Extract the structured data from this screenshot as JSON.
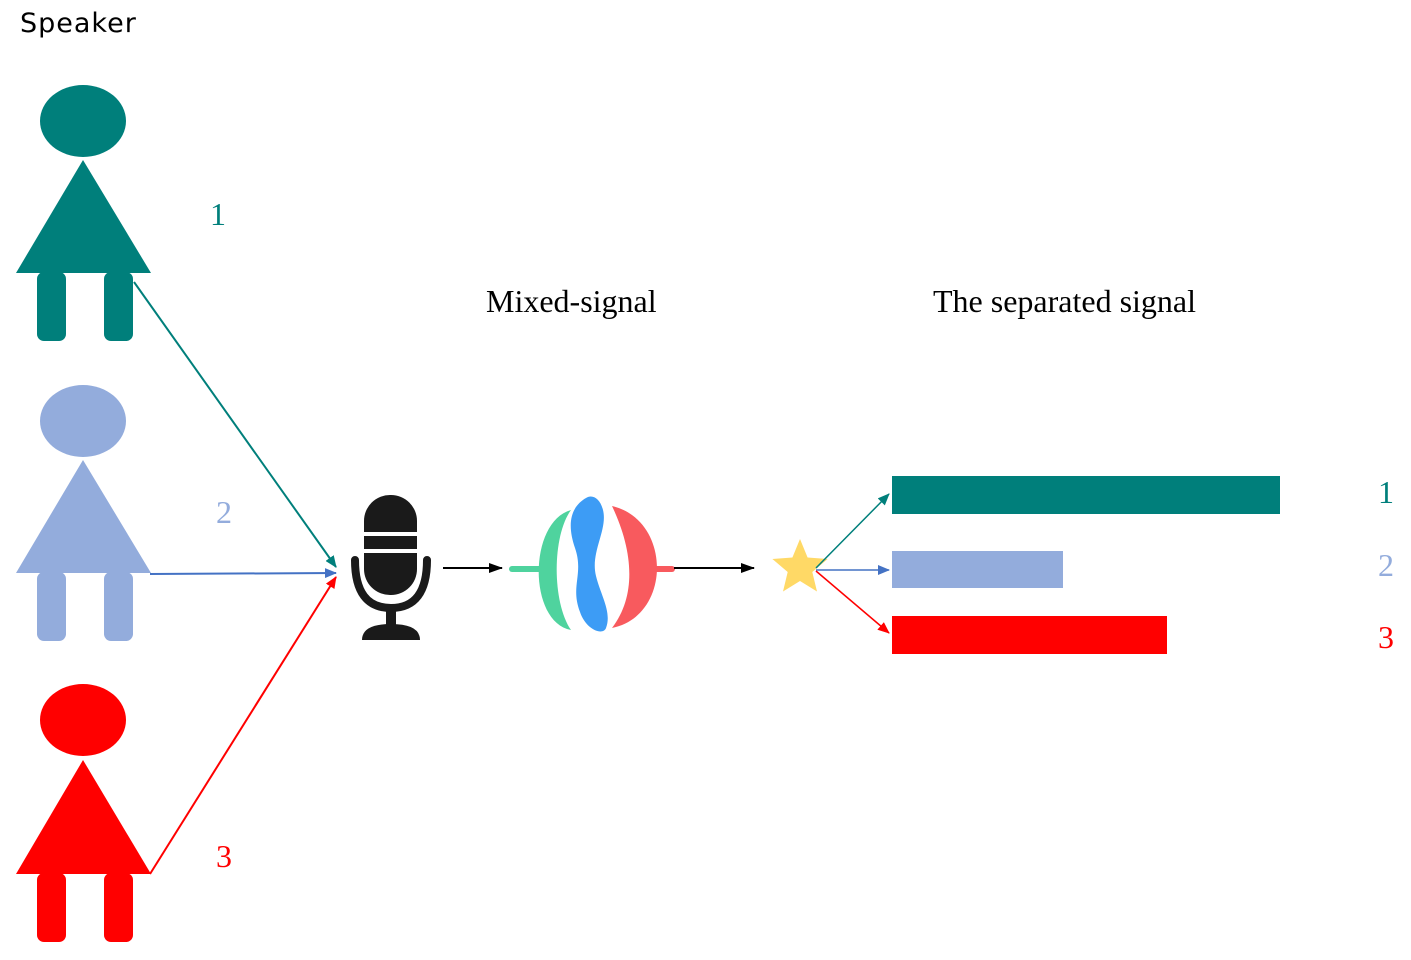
{
  "header": {
    "speaker_label": "Speaker"
  },
  "colors": {
    "speaker1": "#007f7b",
    "speaker2": "#93acdc",
    "speaker3": "#ff0000",
    "arrow_blue": "#4472c4",
    "star": "#ffd966",
    "black": "#000000",
    "logo_green": "#4fd39e",
    "logo_blue": "#3d9cf5",
    "logo_red": "#f85a5e"
  },
  "speakers": [
    {
      "number": "1"
    },
    {
      "number": "2"
    },
    {
      "number": "3"
    }
  ],
  "stages": {
    "mixed_label": "Mixed-signal",
    "separated_label": "The separated signal"
  },
  "outputs": [
    {
      "number": "1",
      "length": 1.0
    },
    {
      "number": "2",
      "length": 0.44
    },
    {
      "number": "3",
      "length": 0.71
    }
  ],
  "icons": {
    "microphone": "microphone-icon",
    "separator": "separator-logo-icon",
    "star": "star-icon"
  }
}
